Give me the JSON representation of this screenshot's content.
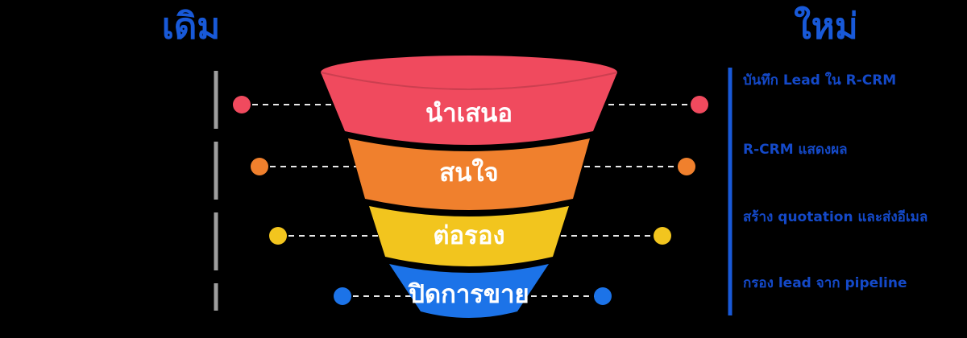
{
  "background_color": "#000000",
  "header": {
    "left_title": "เดิม",
    "right_title": "ใหม่",
    "title_color": "#1859D8"
  },
  "funnel": {
    "label_color": "#FFFFFF",
    "stages": [
      {
        "label": "นำเสนอ",
        "color": "#F04A5E",
        "note": "บันทึก Lead ใน R-CRM"
      },
      {
        "label": "สนใจ",
        "color": "#F0802D",
        "note": "R-CRM แสดงผล"
      },
      {
        "label": "ต่อรอง",
        "color": "#F2C51E",
        "note": "สร้าง quotation และส่งอีเมล"
      },
      {
        "label": "ปิดการขาย",
        "color": "#1C73E8",
        "note": "กรอง lead จาก pipeline"
      }
    ]
  },
  "lines": {
    "old_axis_color": "#9E9E9E",
    "new_axis_color": "#1859D8",
    "connector_color": "#E8E8E8"
  },
  "notes": {
    "text_color": "#1449C8"
  }
}
